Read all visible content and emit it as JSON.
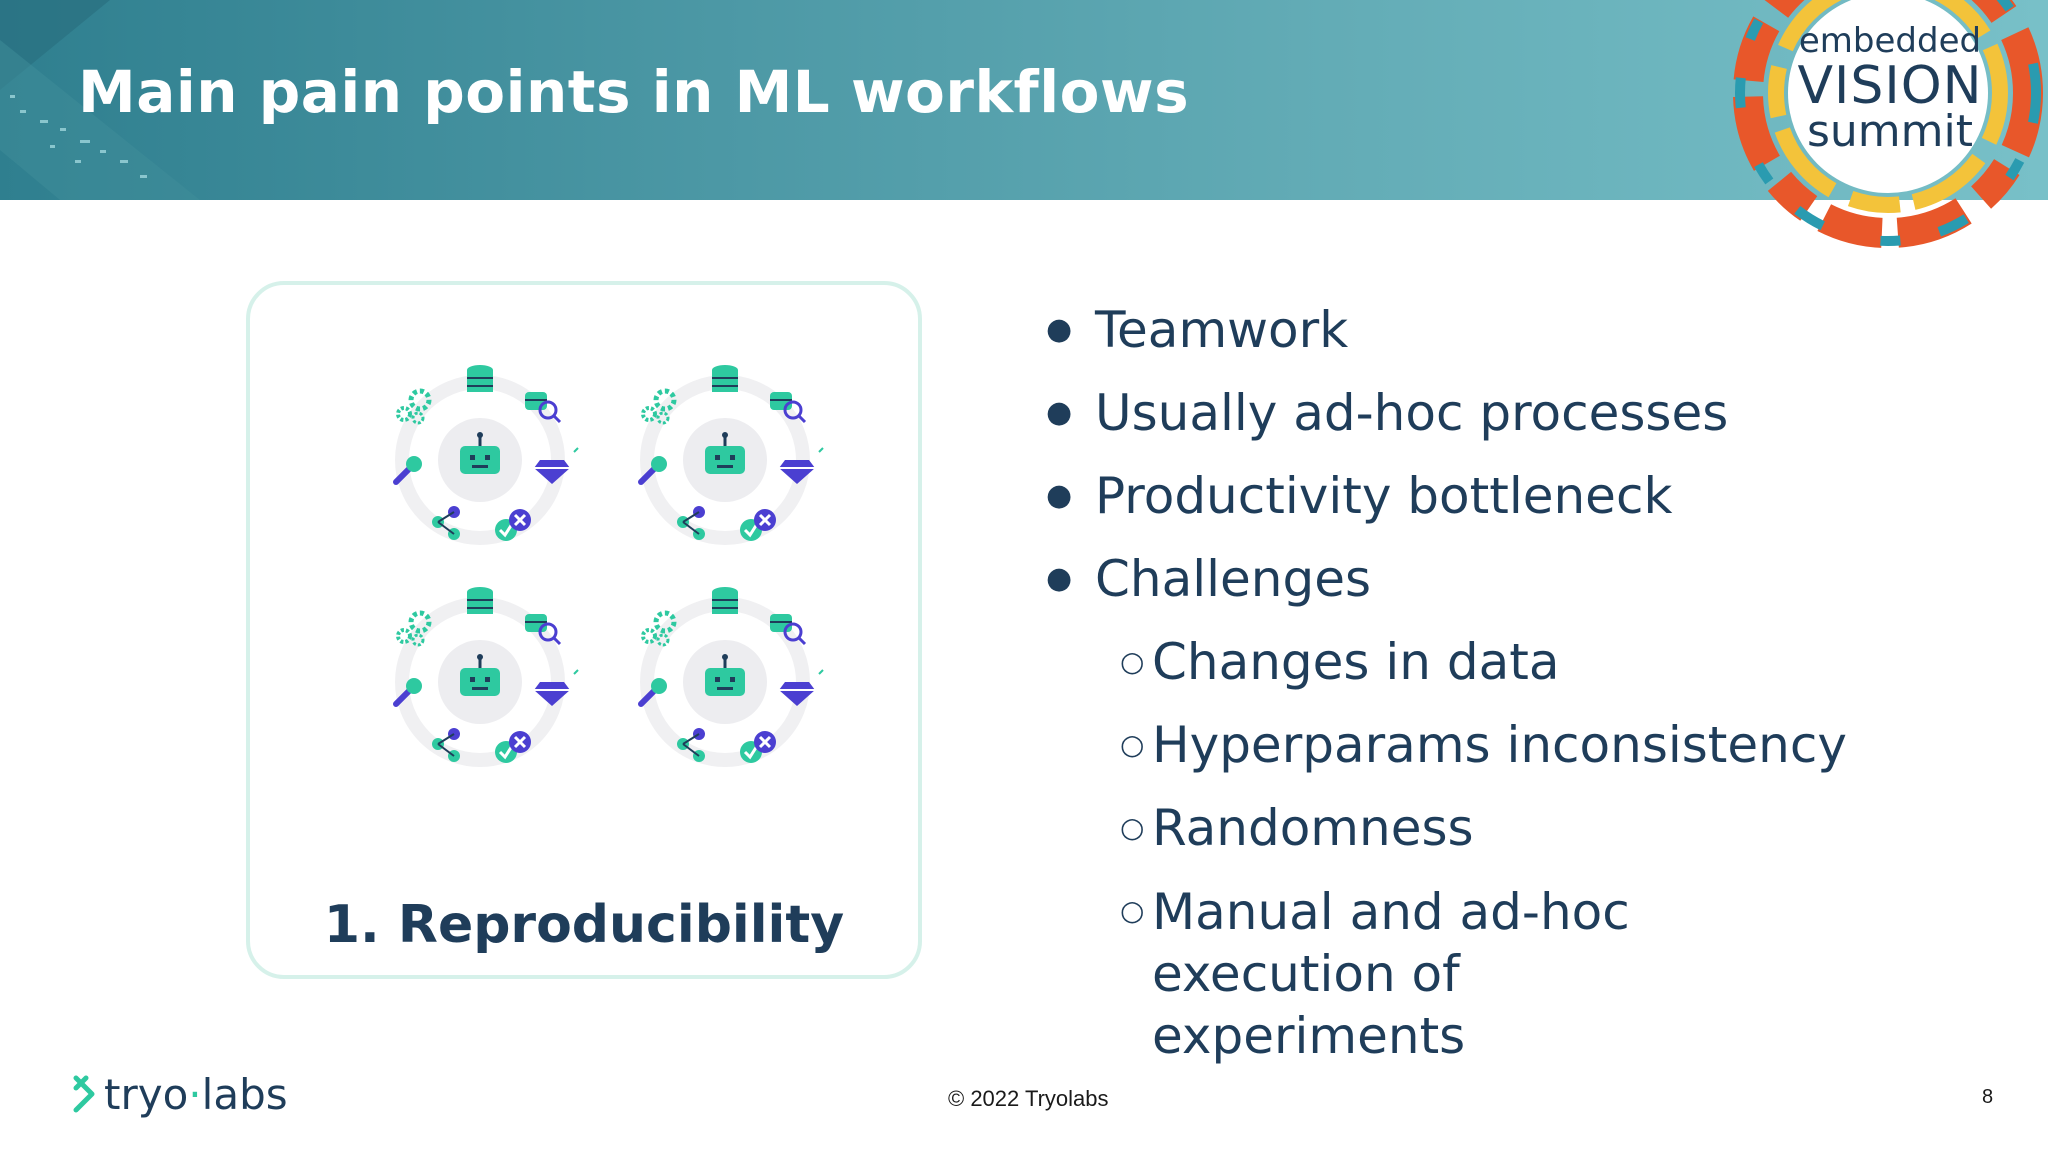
{
  "slide": {
    "title": "Main pain points in ML workflows",
    "page_number": "8"
  },
  "logo": {
    "line1": "embedded",
    "line2": "VISION",
    "line3": "summit"
  },
  "card": {
    "title": "1. Reproducibility",
    "illustration_icons": [
      "database-icon",
      "search-database-icon",
      "diamond-icon",
      "check-icon",
      "close-icon",
      "share-icon",
      "wrench-icon",
      "gear-icon",
      "robot-icon"
    ]
  },
  "bullets": [
    {
      "text": "Teamwork",
      "level": 1
    },
    {
      "text": "Usually ad-hoc processes",
      "level": 1
    },
    {
      "text": "Productivity bottleneck",
      "level": 1
    },
    {
      "text": "Challenges",
      "level": 1
    },
    {
      "text": "Changes in data",
      "level": 2
    },
    {
      "text": "Hyperparams inconsistency",
      "level": 2
    },
    {
      "text": "Randomness",
      "level": 2
    },
    {
      "text": "Manual and ad-hoc execution of experiments",
      "level": 2
    }
  ],
  "footer": {
    "brand_left": "tryo",
    "brand_dot": "·",
    "brand_right": "labs",
    "copyright": "© 2022 Tryolabs"
  },
  "colors": {
    "header": "#4c98a5",
    "text_dark": "#1f3d5a",
    "accent_teal": "#2ec9a0",
    "accent_purple": "#4b3fd1",
    "card_border": "#d6f1ea"
  }
}
